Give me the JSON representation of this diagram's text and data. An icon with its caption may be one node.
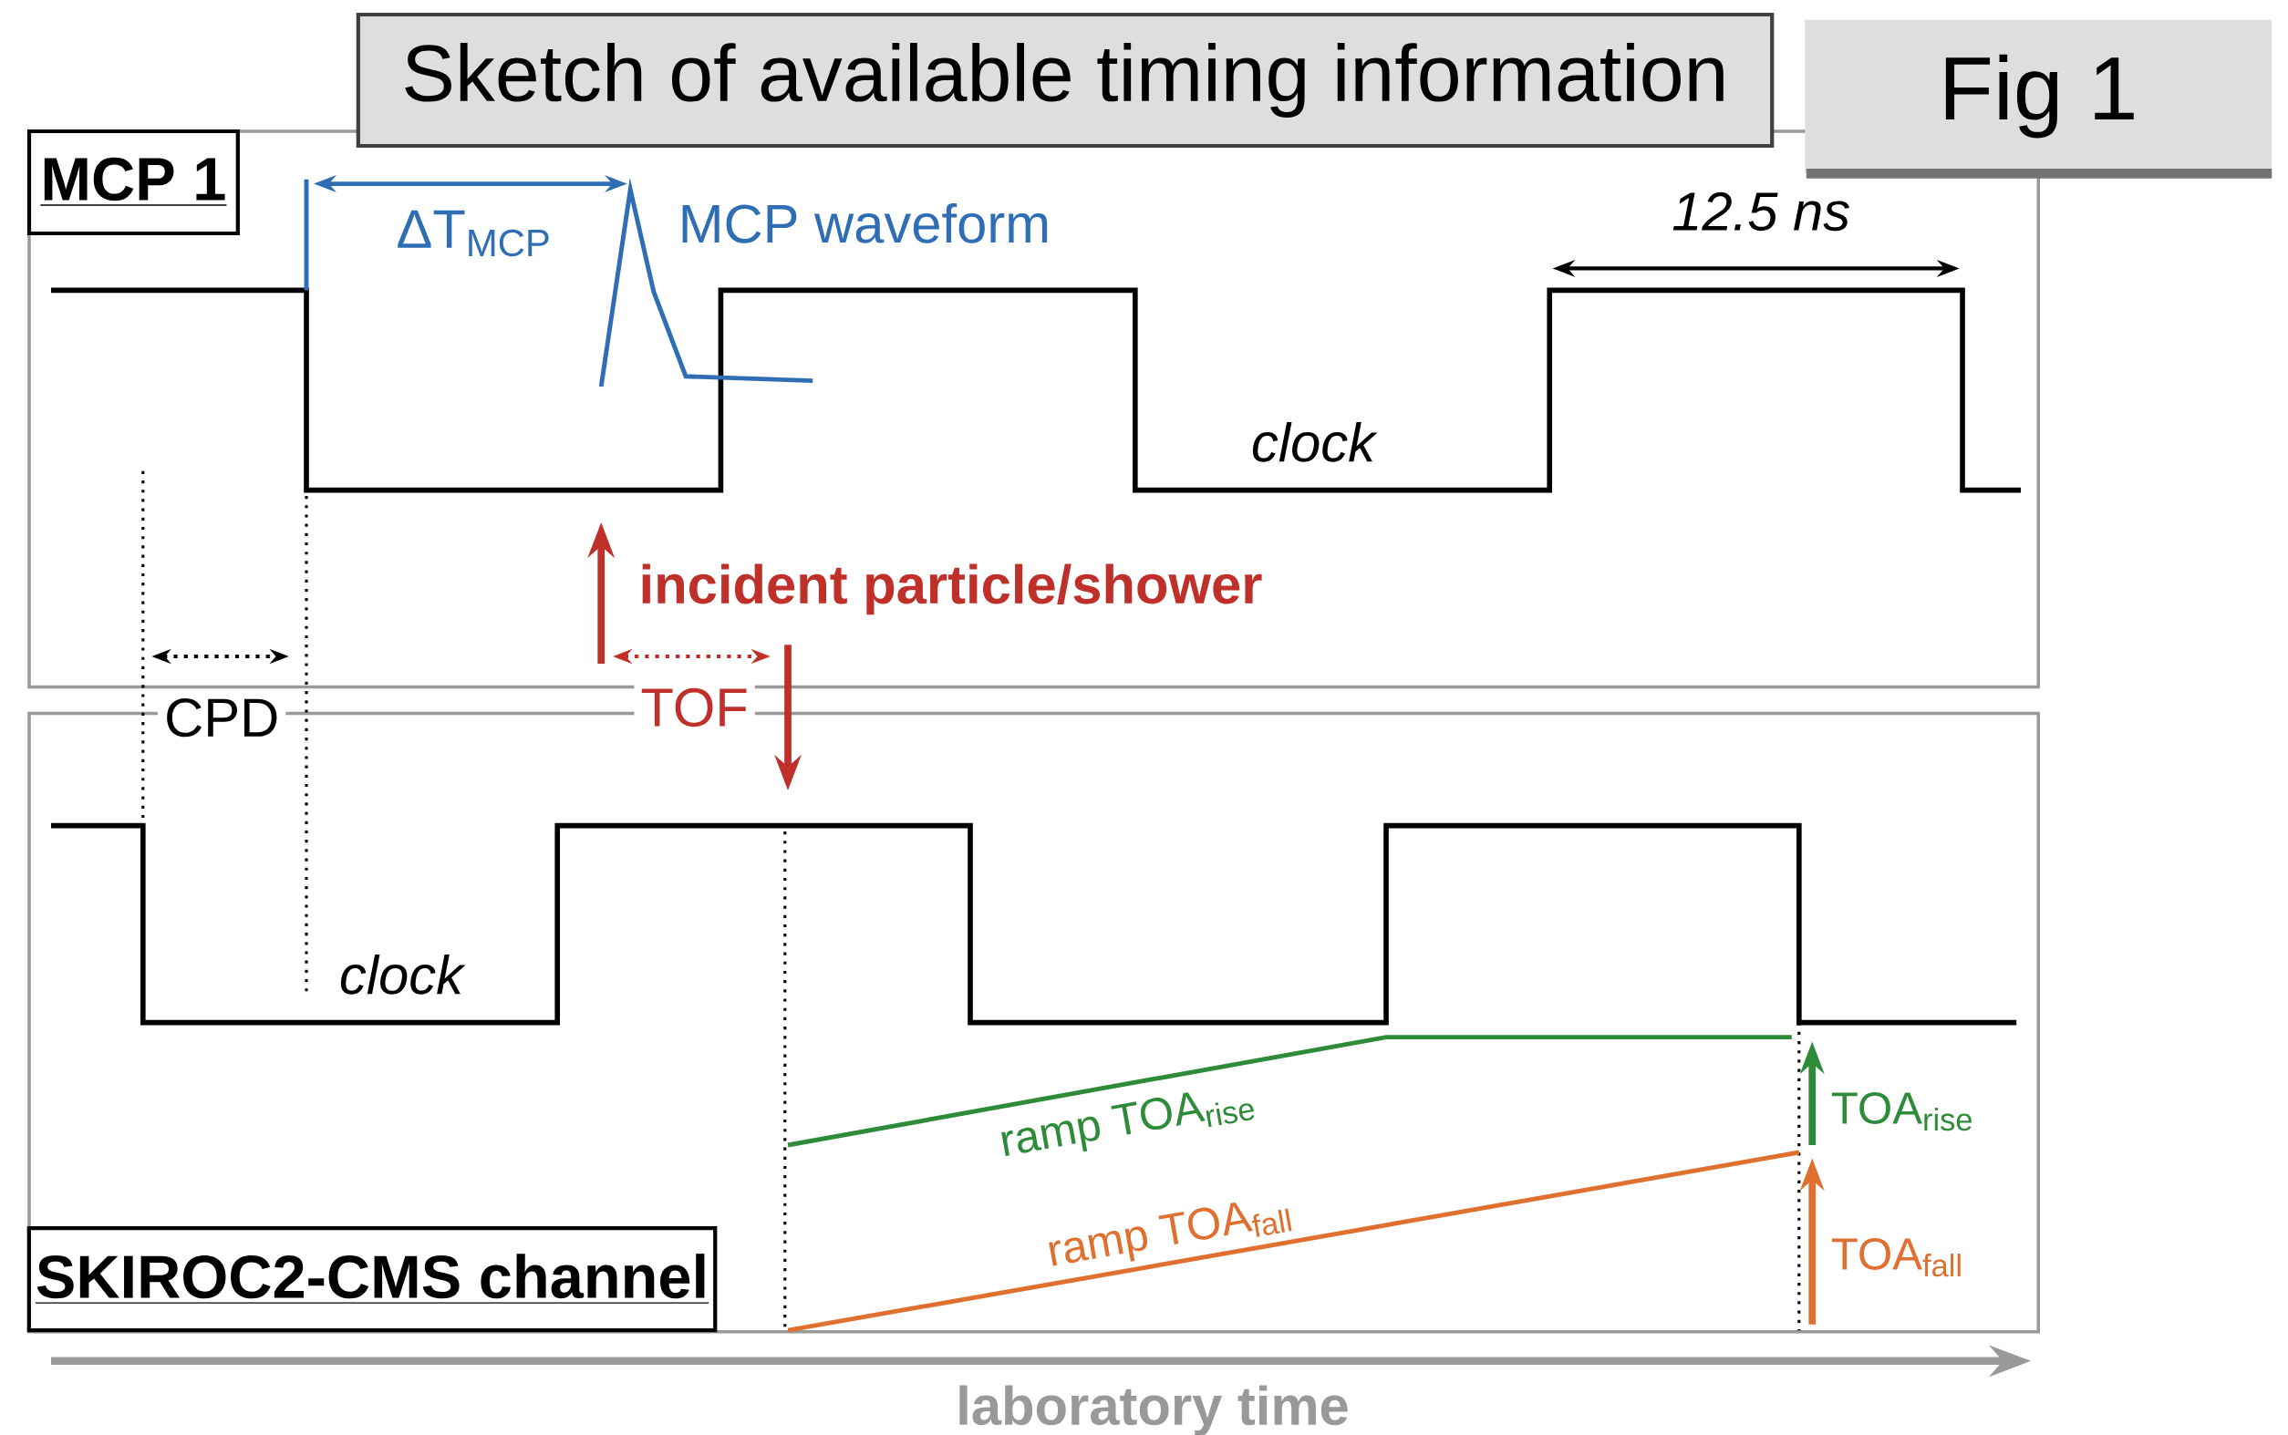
{
  "diagram": {
    "title": "Sketch of available timing information",
    "nodes": [
      {
        "text": [
          "MCP 1"
        ]
      },
      {
        "text": [
          "SKIROC2-CMS channel"
        ]
      },
      {
        "text": [
          "Fig 1"
        ]
      }
    ],
    "labels": [
      "ΔT$_{MCP}$",
      "MCP waveform",
      "12.5 ns",
      "clock",
      "incident particle/shower",
      "CPD",
      "TOF",
      "clock",
      "ramp TOA$_{rise}$",
      "TOA$_{rise}$",
      "ramp TOA$_{fall}$",
      "TOA$_{fall}$",
      "laboratory time"
    ]
  }
}
